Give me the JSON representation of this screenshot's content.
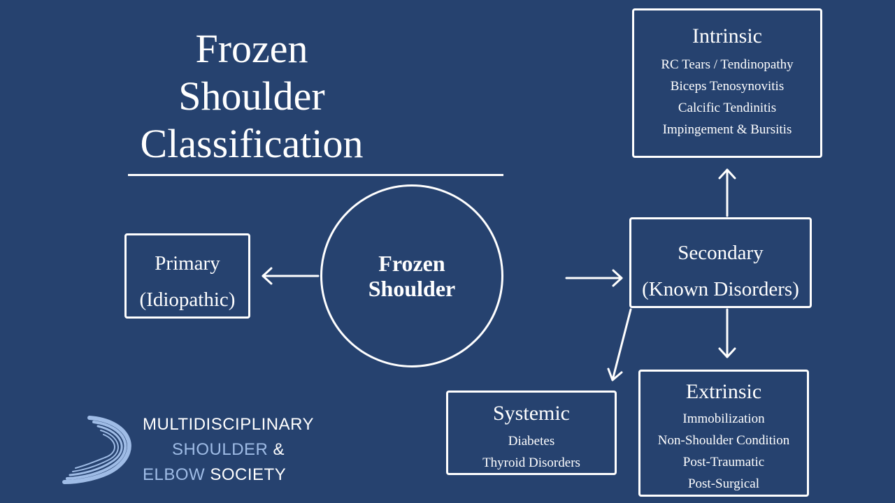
{
  "title": {
    "line1": "Frozen",
    "line2": "Shoulder",
    "line3": "Classification"
  },
  "center": {
    "line1": "Frozen",
    "line2": "Shoulder"
  },
  "primary": {
    "line1": "Primary",
    "line2": "(Idiopathic)"
  },
  "secondary": {
    "line1": "Secondary",
    "line2": "(Known Disorders)"
  },
  "intrinsic": {
    "heading": "Intrinsic",
    "items": [
      "RC Tears / Tendinopathy",
      "Biceps Tenosynovitis",
      "Calcific Tendinitis",
      "Impingement & Bursitis"
    ]
  },
  "systemic": {
    "heading": "Systemic",
    "items": [
      "Diabetes",
      "Thyroid Disorders"
    ]
  },
  "extrinsic": {
    "heading": "Extrinsic",
    "items": [
      "Immobilization",
      "Non-Shoulder Condition",
      "Post-Traumatic",
      "Post-Surgical"
    ]
  },
  "logo": {
    "line1": "MULTIDISCIPLINARY",
    "line2_a": "SHOULDER",
    "line2_b": " &",
    "line3_a": "ELBOW",
    "line3_b": " SOCIETY",
    "accent_color": "#9fbce6"
  },
  "colors": {
    "background": "#26426f",
    "foreground": "#ffffff"
  }
}
